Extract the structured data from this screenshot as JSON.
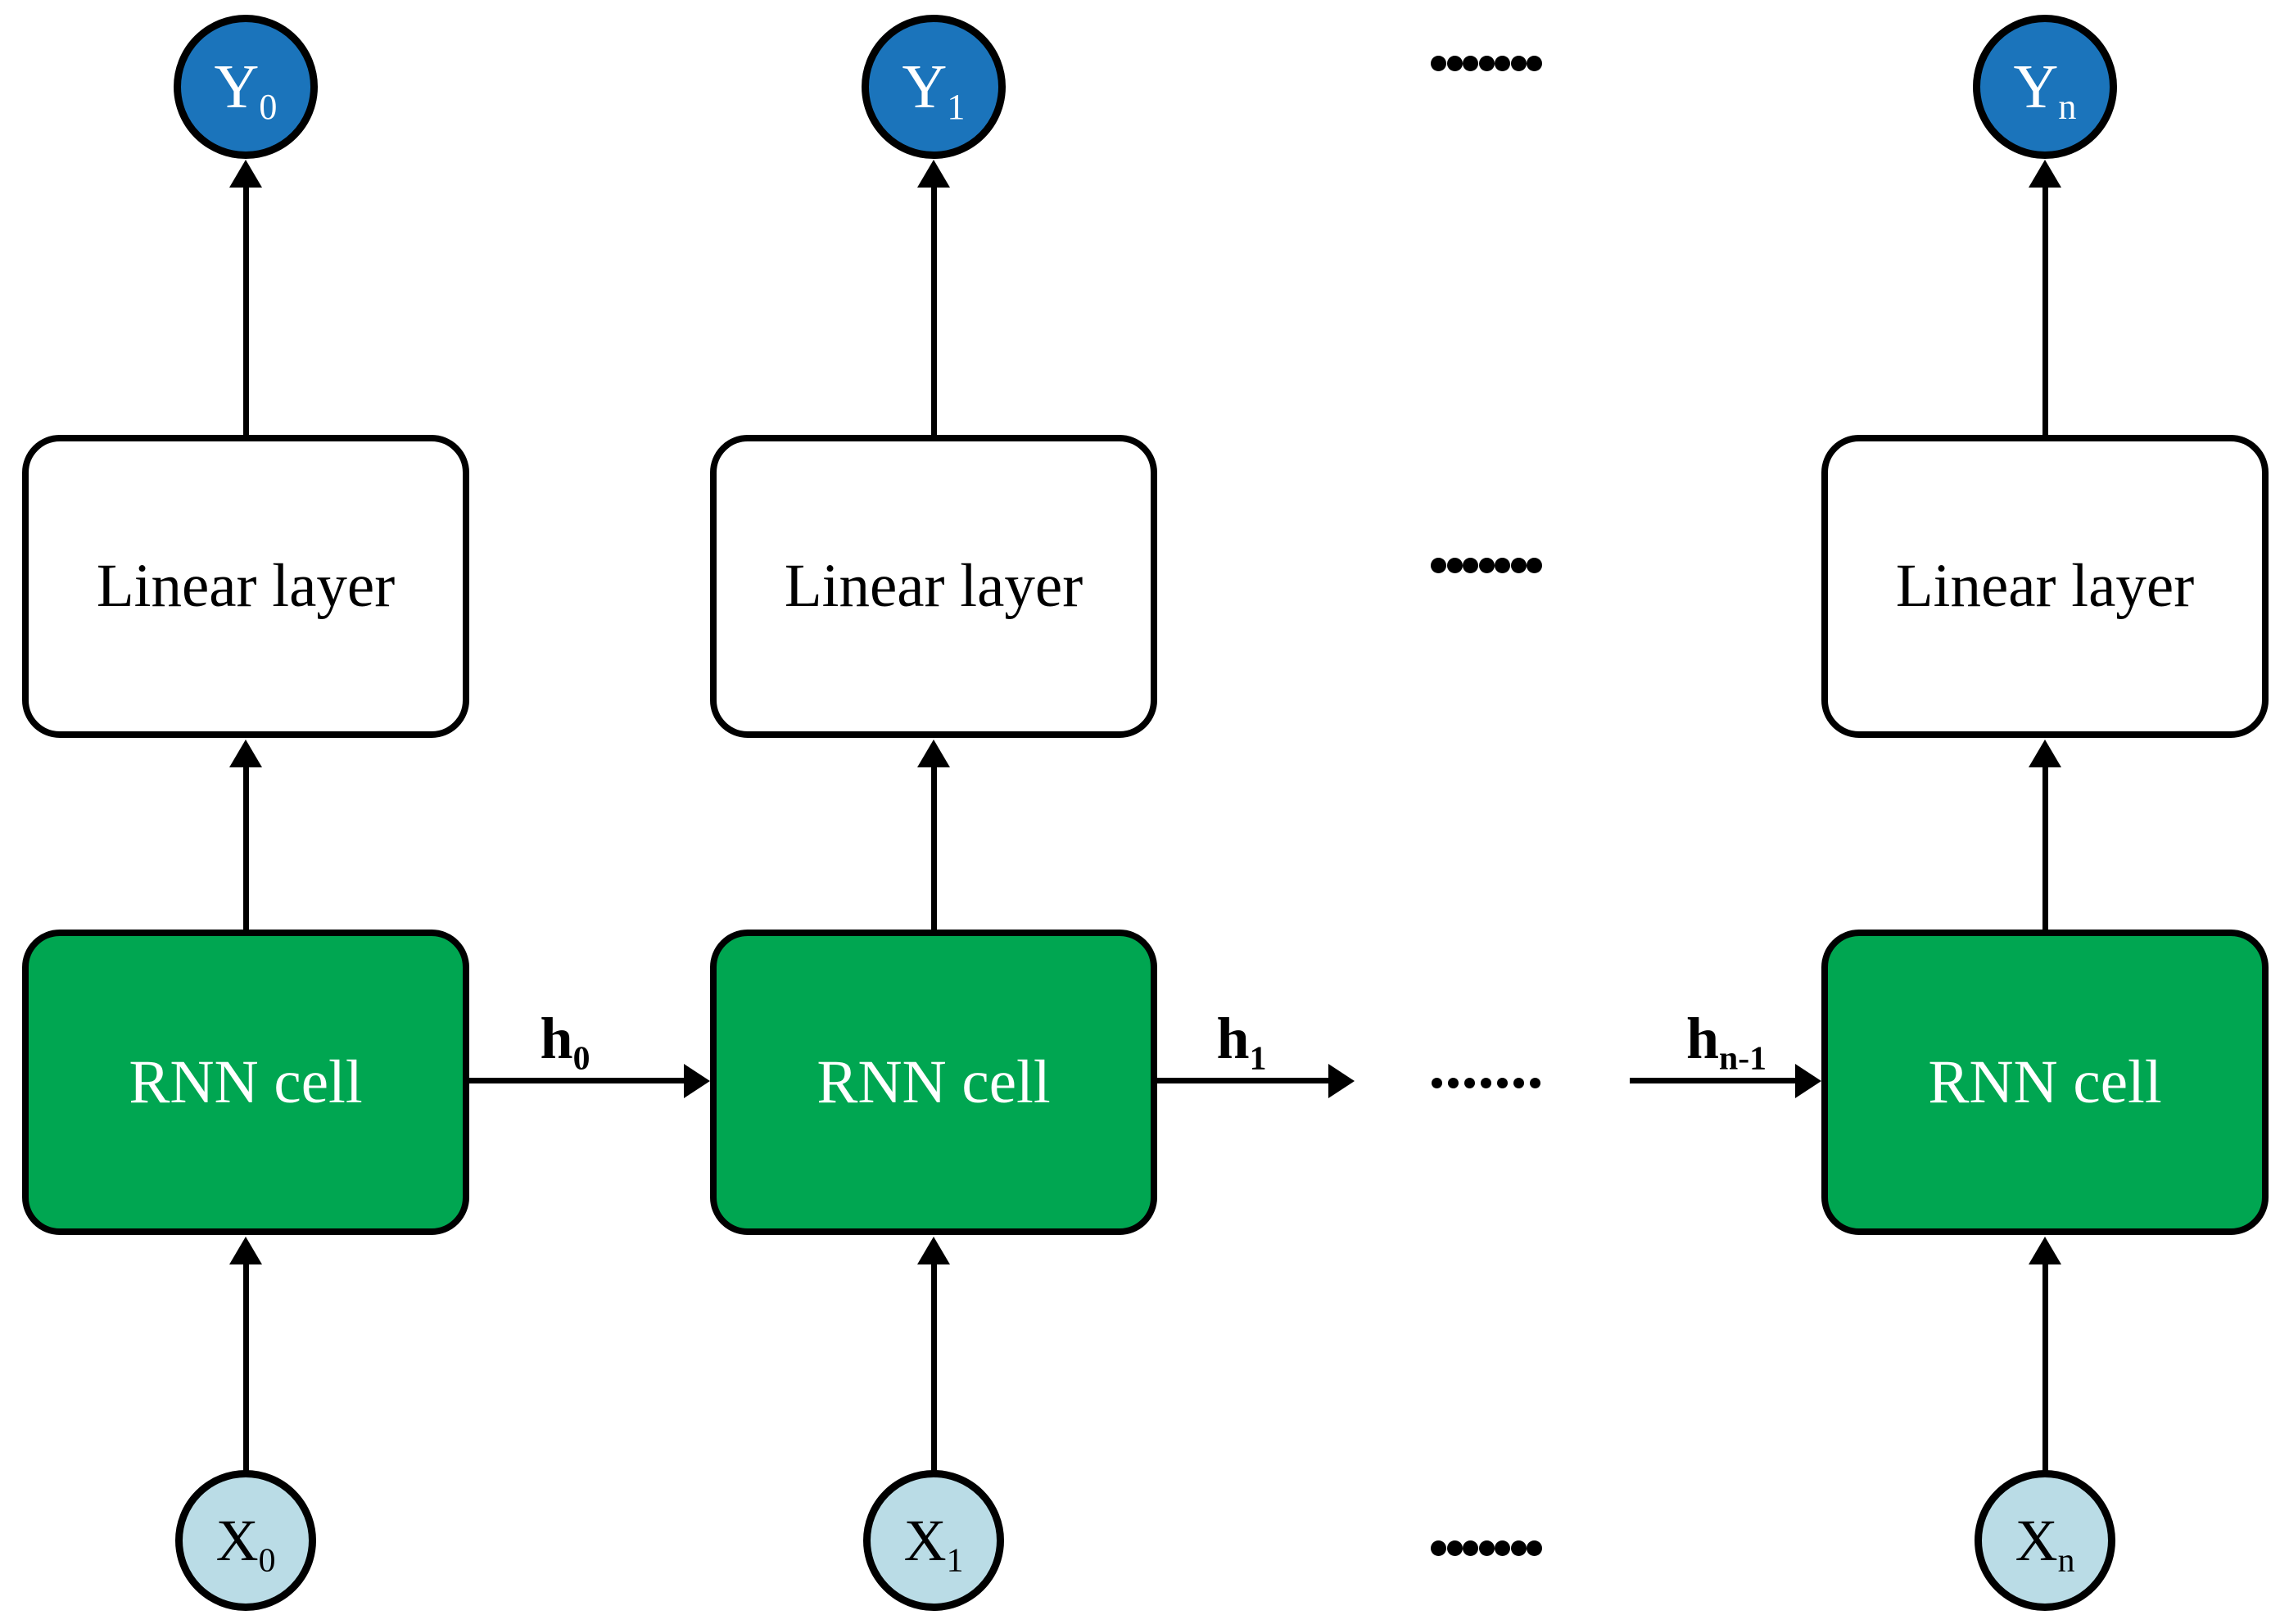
{
  "colors": {
    "output_node_fill": "#1B74BB",
    "input_node_fill": "#BADCE6",
    "rnn_cell_fill": "#00A651",
    "linear_layer_fill": "#FFFFFF",
    "stroke": "#000000"
  },
  "columns": [
    {
      "output": {
        "base": "Y",
        "sub": "0"
      },
      "linear_label": "Linear layer",
      "rnn_label": "RNN cell",
      "input": {
        "base": "X",
        "sub": "0"
      }
    },
    {
      "output": {
        "base": "Y",
        "sub": "1"
      },
      "linear_label": "Linear layer",
      "rnn_label": "RNN cell",
      "input": {
        "base": "X",
        "sub": "1"
      }
    },
    {
      "output": {
        "base": "Y",
        "sub": "n"
      },
      "linear_label": "Linear layer",
      "rnn_label": "RNN cell",
      "input": {
        "base": "X",
        "sub": "n"
      }
    }
  ],
  "hidden_state_labels": [
    {
      "base": "h",
      "sub": "0"
    },
    {
      "base": "h",
      "sub": "1"
    },
    {
      "base": "h",
      "sub": "n-1"
    }
  ],
  "ellipsis": {
    "text": ".......",
    "count": 7
  }
}
